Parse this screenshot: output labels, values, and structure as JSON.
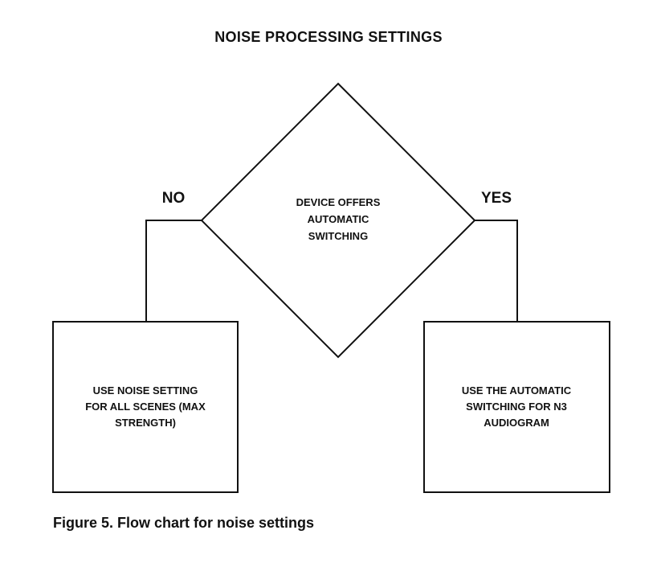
{
  "diagram": {
    "title": "NOISE PROCESSING SETTINGS",
    "decision": {
      "lines": [
        "DEVICE OFFERS",
        "AUTOMATIC",
        "SWITCHING"
      ]
    },
    "branch_no_label": "NO",
    "branch_yes_label": "YES",
    "left_box": {
      "lines": [
        "USE NOISE SETTING",
        "FOR ALL SCENES (MAX",
        "STRENGTH)"
      ]
    },
    "right_box": {
      "lines": [
        "USE THE AUTOMATIC",
        "SWITCHING FOR N3",
        "AUDIOGRAM"
      ]
    }
  },
  "caption": "Figure 5. Flow chart for noise settings"
}
